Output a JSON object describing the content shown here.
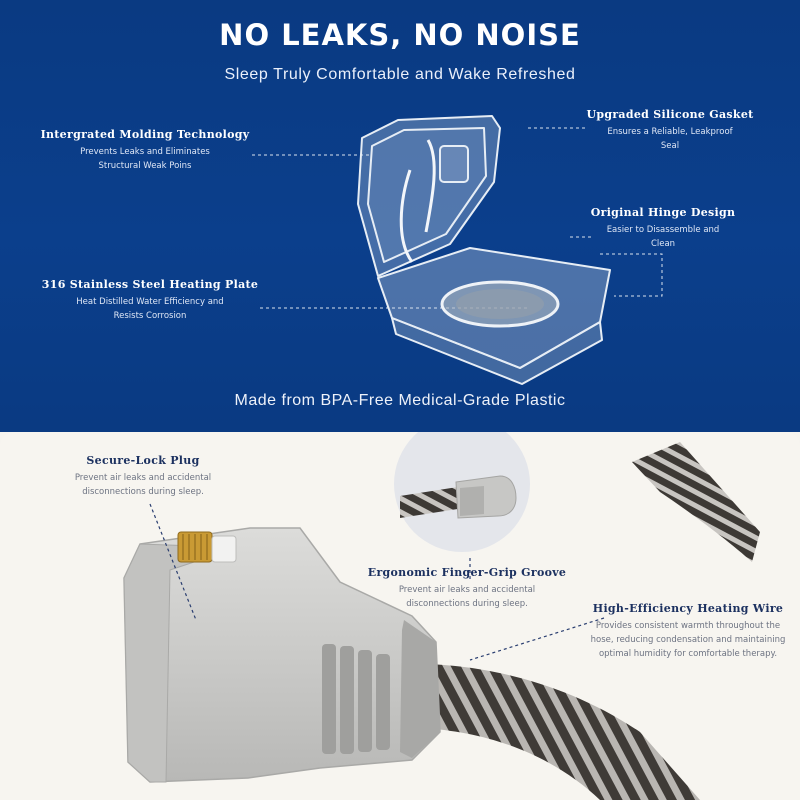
{
  "header": {
    "title": "NO LEAKS, NO NOISE",
    "subtitle": "Sleep Truly Comfortable and Wake Refreshed",
    "footnote": "Made from BPA-Free Medical-Grade Plastic"
  },
  "chamber_callouts": {
    "molding": {
      "title": "Intergrated Molding Technology",
      "line1": "Prevents Leaks and Eliminates",
      "line2": "Structural Weak Poins"
    },
    "gasket": {
      "title": "Upgraded Silicone Gasket",
      "line1": "Ensures a Reliable, Leakproof",
      "line2": "Seal"
    },
    "hinge": {
      "title": "Original Hinge Design",
      "line1": "Easier to Disassemble and",
      "line2": "Clean"
    },
    "plate": {
      "title": "316 Stainless Steel Heating Plate",
      "line1": "Heat Distilled Water Efficiency and",
      "line2": "Resists Corrosion"
    }
  },
  "hose_callouts": {
    "plug": {
      "title": "Secure-Lock Plug",
      "line1": "Prevent air leaks and accidental",
      "line2": "disconnections during sleep."
    },
    "groove": {
      "title": "Ergonomic Finger-Grip Groove",
      "line1": "Prevent air leaks and accidental",
      "line2": "disconnections during sleep."
    },
    "wire": {
      "title": "High-Efficiency Heating Wire",
      "line1": "Provides consistent warmth throughout the",
      "line2": "hose, reducing condensation and maintaining",
      "line3": "optimal humidity for comfortable therapy."
    }
  },
  "colors": {
    "navy": "#0b3f8c",
    "cream": "#f7f5f0",
    "title_dark": "#1c3160",
    "plug_grey": "#cfcfcd",
    "coil_dark": "#3f3b37"
  },
  "icons": [
    "water-chamber-illustration",
    "hose-connector-illustration",
    "coil-closeup-illustration"
  ]
}
